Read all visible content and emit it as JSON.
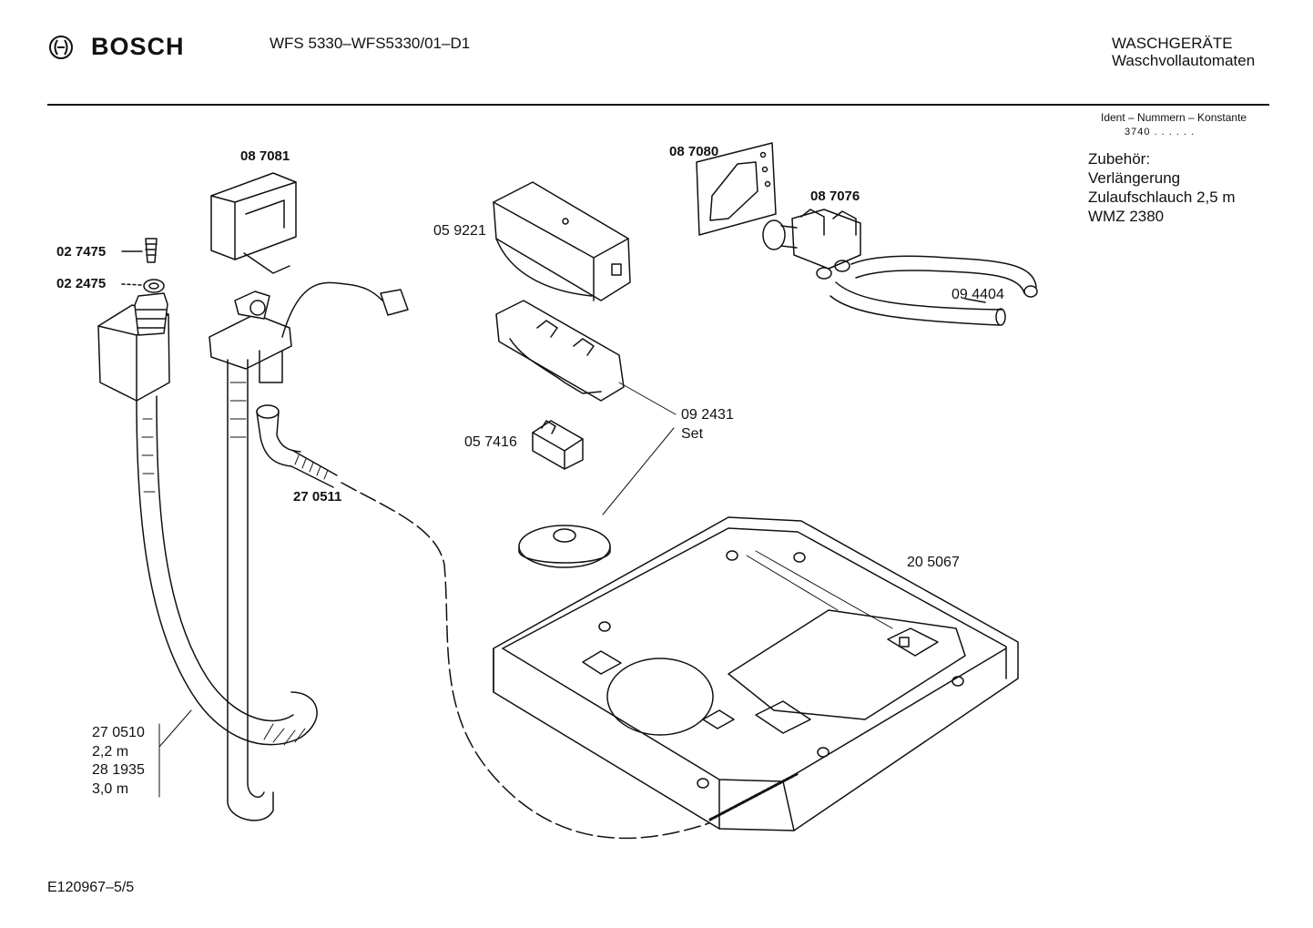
{
  "header": {
    "brand": "BOSCH",
    "model": "WFS 5330–WFS5330/01–D1",
    "category_line1": "WASCHGERÄTE",
    "category_line2": "Waschvollautomaten"
  },
  "ident": {
    "label": "Ident – Nummern – Konstante",
    "number": "3740 . . . . . ."
  },
  "accessories": {
    "heading": "Zubehör:",
    "lines": [
      "Verlängerung",
      "Zulaufschlauch 2,5 m",
      "WMZ 2380"
    ]
  },
  "parts": {
    "p087081": "08 7081",
    "p087080": "08 7080",
    "p087076": "08 7076",
    "p059221": "05 9221",
    "p027475": "02 7475",
    "p022475": "02 2475",
    "p094404": "09 4404",
    "p092431": "09 2431",
    "p092431_set": "Set",
    "p057416": "05 7416",
    "p270511": "27 0511",
    "p205067": "20 5067",
    "p270510": "27 0510",
    "p270510_len": "2,2 m",
    "p281935": "28 1935",
    "p281935_len": "3,0 m"
  },
  "footer": {
    "doc_id": "E120967–5/5"
  }
}
